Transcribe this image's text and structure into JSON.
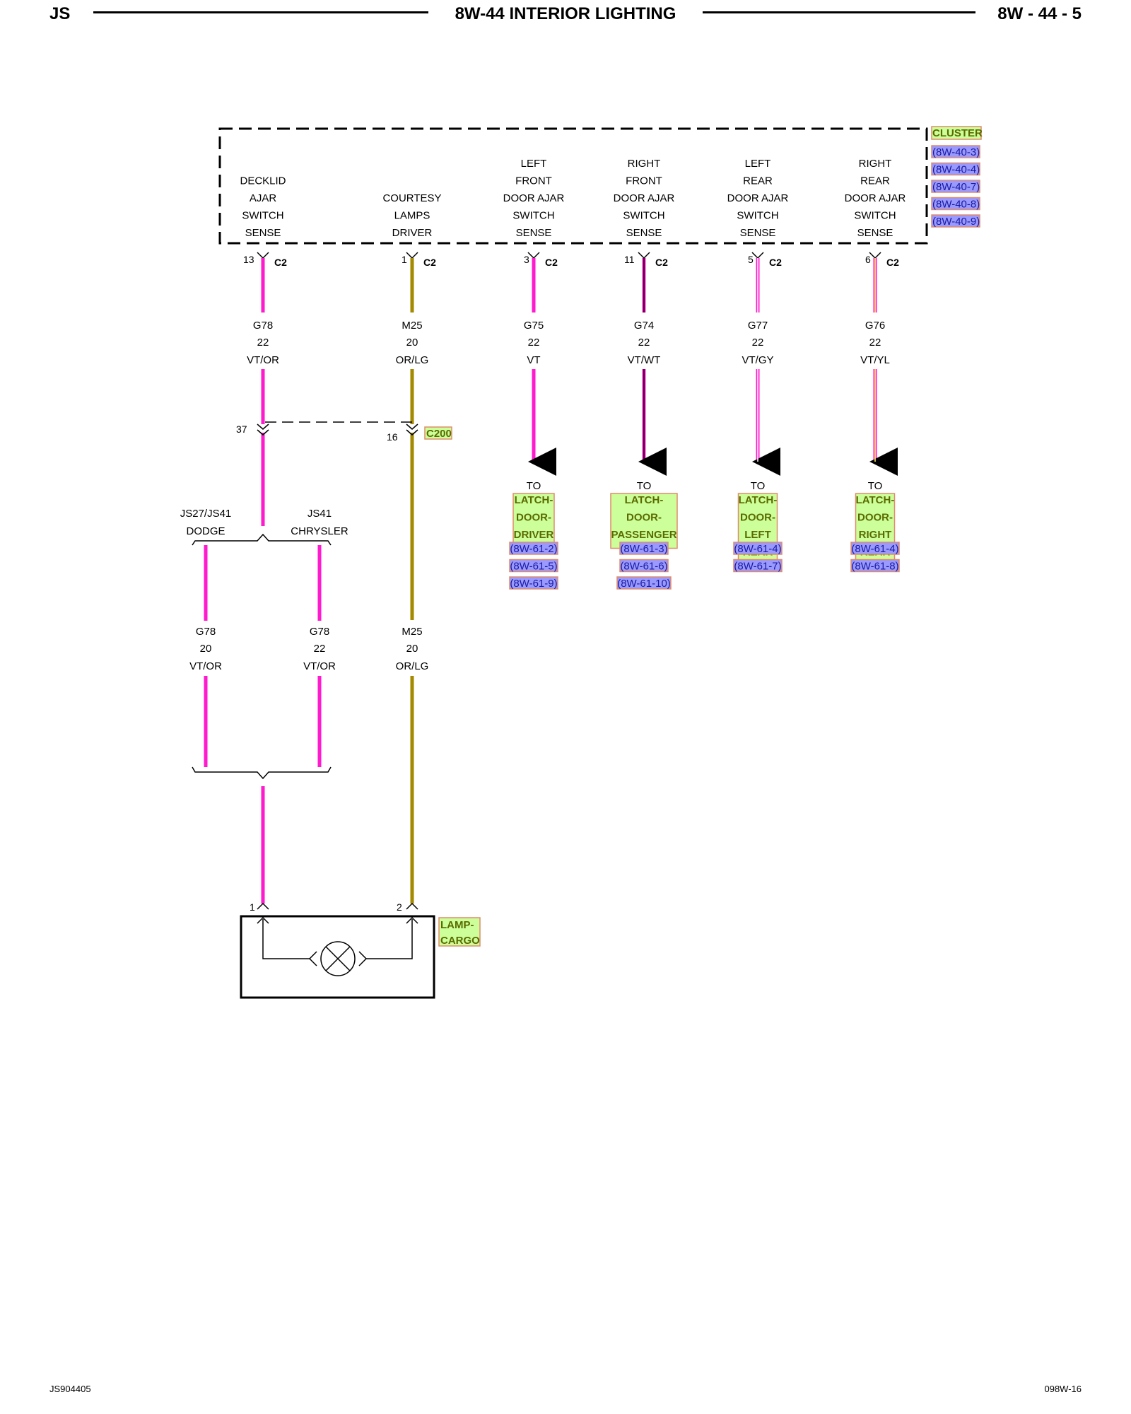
{
  "header": {
    "left": "JS",
    "title": "8W-44 INTERIOR LIGHTING",
    "page": "8W - 44 - 5"
  },
  "footer": {
    "left": "JS904405",
    "right": "098W-16"
  },
  "cluster": {
    "name": "CLUSTER",
    "refs": [
      "(8W-40-3)",
      "(8W-40-4)",
      "(8W-40-7)",
      "(8W-40-8)",
      "(8W-40-9)"
    ],
    "functions": [
      [
        "DECKLID",
        "AJAR",
        "SWITCH",
        "SENSE"
      ],
      [
        "COURTESY",
        "LAMPS",
        "DRIVER"
      ],
      [
        "LEFT",
        "FRONT",
        "DOOR AJAR",
        "SWITCH",
        "SENSE"
      ],
      [
        "RIGHT",
        "FRONT",
        "DOOR AJAR",
        "SWITCH",
        "SENSE"
      ],
      [
        "LEFT",
        "REAR",
        "DOOR AJAR",
        "SWITCH",
        "SENSE"
      ],
      [
        "RIGHT",
        "REAR",
        "DOOR AJAR",
        "SWITCH",
        "SENSE"
      ]
    ],
    "pins": [
      "13",
      "1",
      "3",
      "11",
      "5",
      "6"
    ],
    "connector": "C2"
  },
  "wires": [
    {
      "circuit": "G78",
      "gauge": "22",
      "color": "VT/OR"
    },
    {
      "circuit": "M25",
      "gauge": "20",
      "color": "OR/LG"
    },
    {
      "circuit": "G75",
      "gauge": "22",
      "color": "VT"
    },
    {
      "circuit": "G74",
      "gauge": "22",
      "color": "VT/WT"
    },
    {
      "circuit": "G77",
      "gauge": "22",
      "color": "VT/GY"
    },
    {
      "circuit": "G76",
      "gauge": "22",
      "color": "VT/YL"
    }
  ],
  "c200": {
    "name": "C200",
    "pins": [
      "37",
      "16"
    ]
  },
  "destinations": [
    {
      "to": "TO",
      "name": [
        "LATCH-",
        "DOOR-",
        "DRIVER"
      ],
      "refs": [
        "(8W-61-2)",
        "(8W-61-5)",
        "(8W-61-9)"
      ]
    },
    {
      "to": "TO",
      "name": [
        "LATCH-",
        "DOOR-",
        "PASSENGER"
      ],
      "refs": [
        "(8W-61-3)",
        "(8W-61-6)",
        "(8W-61-10)"
      ]
    },
    {
      "to": "TO",
      "name": [
        "LATCH-",
        "DOOR-",
        "LEFT",
        "REAR"
      ],
      "refs": [
        "(8W-61-4)",
        "(8W-61-7)"
      ]
    },
    {
      "to": "TO",
      "name": [
        "LATCH-",
        "DOOR-",
        "RIGHT",
        "REAR"
      ],
      "refs": [
        "(8W-61-4)",
        "(8W-61-8)"
      ]
    }
  ],
  "split": {
    "left": {
      "variant": "JS27/JS41",
      "brand": "DODGE"
    },
    "right": {
      "variant": "JS41",
      "brand": "CHRYSLER"
    }
  },
  "lower_wires": [
    {
      "circuit": "G78",
      "gauge": "20",
      "color": "VT/OR"
    },
    {
      "circuit": "G78",
      "gauge": "22",
      "color": "VT/OR"
    },
    {
      "circuit": "M25",
      "gauge": "20",
      "color": "OR/LG"
    }
  ],
  "lamp": {
    "name": [
      "LAMP-",
      "CARGO"
    ],
    "pins": [
      "1",
      "2"
    ]
  },
  "colors": {
    "violet": "#ff1acd",
    "orange_lg": "#a38a00",
    "component_bg": "#ccff99",
    "component_border": "#e08b6b",
    "ref_bg": "#9999ff"
  }
}
